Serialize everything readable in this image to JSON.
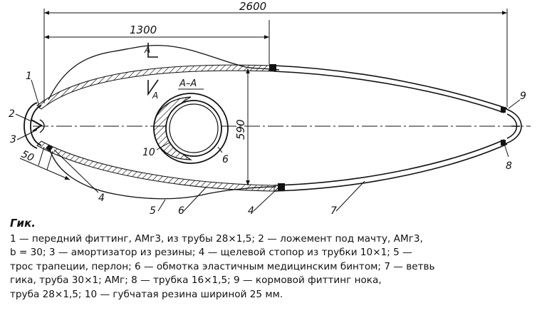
{
  "dimensions": {
    "total_length": "2600",
    "half_length": "1300",
    "height": "590",
    "offset": "50"
  },
  "section": {
    "label": "A–A",
    "cut_mark": "A"
  },
  "callouts": [
    "1",
    "2",
    "3",
    "4",
    "5",
    "6",
    "7",
    "8",
    "9",
    "10"
  ],
  "caption": {
    "title": "Гик.",
    "lines": [
      "1 — передний фиттинг, АМг3, из трубы 28×1,5; 2 — ложемент под мачту, АМг3,",
      "b = 30; 3 — амортизатор из резины; 4 — щелевой стопор из трубки 10×1; 5 —",
      "трос трапеции, перлон; 6 — обмотка эластичным медицинским бинтом; 7 — ветвь",
      "гика, труба 30×1; АМг; 8 — трубка 16×1,5; 9 — кормовой фиттинг нока,",
      "труба 28×1,5; 10 — губчатая резина шириной 25 мм."
    ]
  }
}
